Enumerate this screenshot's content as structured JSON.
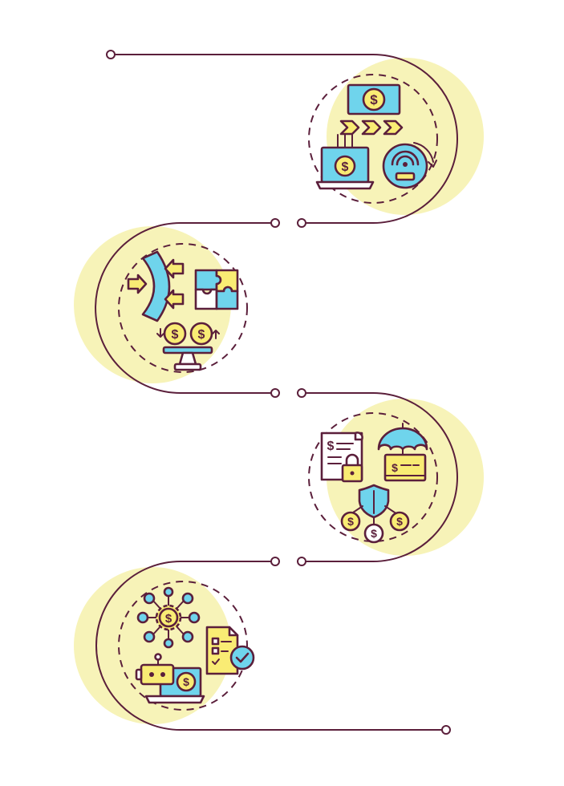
{
  "colors": {
    "line": "#5b1f3b",
    "blob": "#f7f3b8",
    "cyan": "#6fd4ec",
    "yellow": "#f9ec74",
    "white": "#ffffff"
  },
  "steps": [
    {
      "id": "step-1",
      "side": "right",
      "icon_group": "digital-payment-speed",
      "icons": [
        "banknote-dollar-icon",
        "chevron-arrows-icon",
        "laptop-dollar-icon",
        "speedometer-icon"
      ]
    },
    {
      "id": "step-2",
      "side": "left",
      "icon_group": "market-balance",
      "icons": [
        "curved-barrier-icon",
        "puzzle-icon",
        "balance-scale-dollar-icon"
      ]
    },
    {
      "id": "step-3",
      "side": "right",
      "icon_group": "financial-protection",
      "icons": [
        "secured-document-icon",
        "umbrella-card-icon",
        "shield-dollar-network-icon"
      ]
    },
    {
      "id": "step-4",
      "side": "left",
      "icon_group": "automated-finance",
      "icons": [
        "dollar-gear-network-icon",
        "checklist-approved-icon",
        "robot-laptop-dollar-icon"
      ]
    }
  ]
}
